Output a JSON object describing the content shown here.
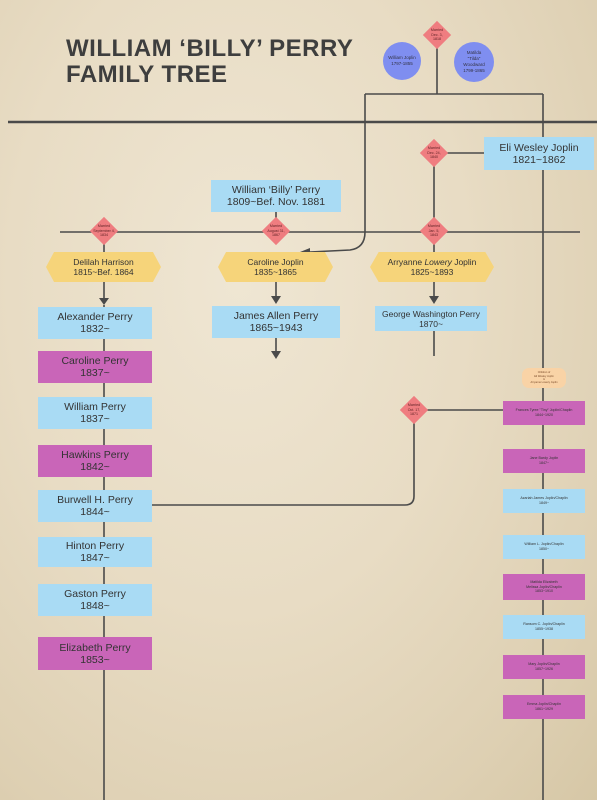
{
  "title": {
    "line1": "WILLIAM ‘BILLY’ PERRY",
    "line2": "FAMILY TREE"
  },
  "colors": {
    "blue": "#a9dbf4",
    "pink": "#c965b8",
    "yellow": "#f6d47a",
    "red": "#ef7d80",
    "purple": "#7f8ef0"
  },
  "top_couple": {
    "marriage": {
      "line1": "Married",
      "line2": "Dec. 3,",
      "line3": "1818"
    },
    "william": {
      "name": "William Joplin",
      "dates": "1797-1855"
    },
    "matilda": {
      "line1": "Matilda",
      "line2": "\"Tilda\"",
      "line3": "Woodward",
      "dates": "1799-1865"
    }
  },
  "eli": {
    "name": "Eli Wesley Joplin",
    "dates": "1821~1862"
  },
  "billy": {
    "name": "William ‘Billy’ Perry",
    "dates": "1809~Bef. Nov. 1881"
  },
  "marriages": {
    "delilah": {
      "line1": "Married",
      "line2": "September 4,",
      "line3": "1834"
    },
    "caroline": {
      "line1": "Married",
      "line2": "August 31,",
      "line3": "1867"
    },
    "arryanne": {
      "line1": "Married",
      "line2": "Jan. 5,",
      "line3": "1843"
    },
    "eli_top": {
      "line1": "Married",
      "line2": "Dec. 24,",
      "line3": "1840"
    },
    "burwell": {
      "line1": "Married",
      "line2": "Oct. 17,",
      "line3": "1871"
    }
  },
  "spouses": {
    "delilah": {
      "name": "Delilah Harrison",
      "dates": "1815~Bef. 1864"
    },
    "caroline": {
      "name": "Caroline Joplin",
      "dates": "1835~1865"
    },
    "arryanne": {
      "name_pre": "Arryanne ",
      "name_em": "Lowery",
      "name_post": " Joplin",
      "dates": "1825~1893"
    }
  },
  "james": {
    "name": "James Allen Perry",
    "dates": "1865~1943"
  },
  "george": {
    "name": "George Washington Perry",
    "dates": "1870~"
  },
  "perry_children": [
    {
      "name": "Alexander Perry",
      "dates": "1832~"
    },
    {
      "name": "Caroline Perry",
      "dates": "1837~"
    },
    {
      "name": "William Perry",
      "dates": "1837~"
    },
    {
      "name": "Hawkins Perry",
      "dates": "1842~"
    },
    {
      "name": "Burwell H. Perry",
      "dates": "1844~"
    },
    {
      "name": "Hinton Perry",
      "dates": "1847~"
    },
    {
      "name": "Gaston Perry",
      "dates": "1848~"
    },
    {
      "name": "Elizabeth Perry",
      "dates": "1853~"
    }
  ],
  "note": {
    "line1": "Children of",
    "line2": "Eli Wesley Joplin",
    "line3": "&",
    "line4": "Arryanne Lowery Joplin"
  },
  "joplin_children": [
    {
      "name": "Frances Tyree \"Tiny\" Joplin/Chaplin",
      "dates": "1844~1920"
    },
    {
      "name": "Jane Bardy Joplin",
      "dates": "1847~"
    },
    {
      "name": "Azariah James Joplin/Chaplin",
      "dates": "1849~"
    },
    {
      "name": "William L. Joplin/Chaplin",
      "dates": "1850~"
    },
    {
      "name": "Matilda Elizabeth",
      "name2": "Melissa Joplin/Chaplin",
      "dates": "1853~1910"
    },
    {
      "name": "Ransom C. Joplin/Chaplin",
      "dates": "1855~1938"
    },
    {
      "name": "Mary Joplin/Chaplin",
      "dates": "1857~1926"
    },
    {
      "name": "Emma Joplin/Chaplin",
      "dates": "1861~1929"
    }
  ]
}
